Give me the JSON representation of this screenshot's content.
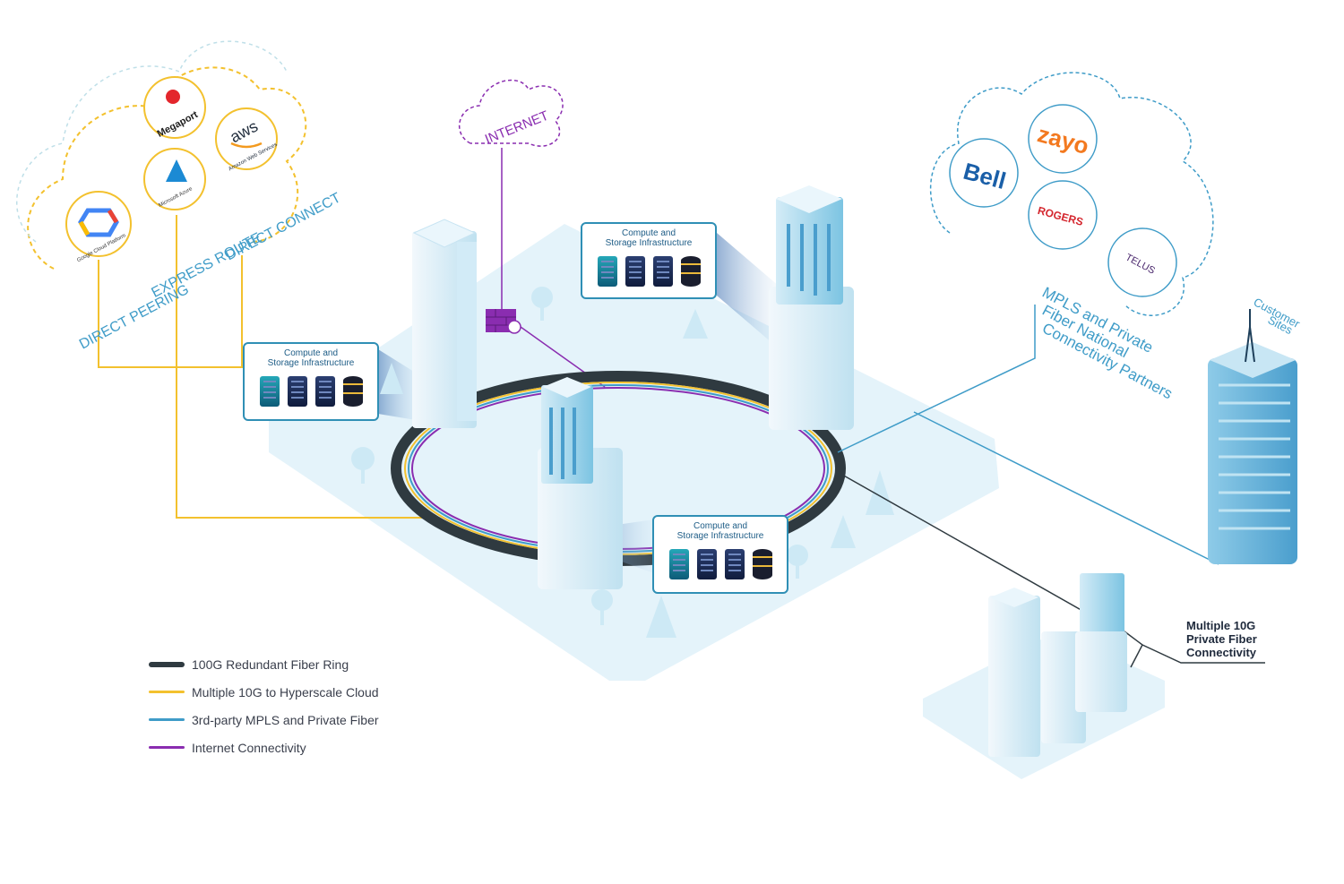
{
  "colors": {
    "ring": "#2f3a40",
    "hyperscale": "#f3c12e",
    "mpls": "#3f9cc8",
    "internet": "#8a2db0",
    "ground": "#e3f3fa"
  },
  "cloud_providers": {
    "items": [
      {
        "name": "Megaport",
        "icon": "megaport-logo"
      },
      {
        "name": "aws",
        "subtitle": "Amazon Web Services",
        "icon": "aws-logo"
      },
      {
        "name": "Microsoft Azure",
        "icon": "azure-logo"
      },
      {
        "name": "Google Cloud Platform",
        "icon": "google-cloud-logo"
      }
    ],
    "links": [
      "DIRECT PEERING",
      "EXPRESS ROUTE",
      "DIRECT CONNECT"
    ]
  },
  "internet": {
    "label": "INTERNET"
  },
  "callouts": [
    {
      "title_line1": "Compute and",
      "title_line2": "Storage Infrastructure"
    },
    {
      "title_line1": "Compute and",
      "title_line2": "Storage Infrastructure"
    },
    {
      "title_line1": "Compute and",
      "title_line2": "Storage Infrastructure"
    }
  ],
  "partners": {
    "items": [
      "Bell",
      "zayo",
      "ROGERS",
      "TELUS"
    ],
    "caption_lines": [
      "MPLS and Private",
      "Fiber National",
      "Connectivity Partners"
    ]
  },
  "customer_sites": {
    "label_lines": [
      "Customer",
      "Sites"
    ]
  },
  "private_fiber": {
    "label_lines": [
      "Multiple 10G",
      "Private Fiber",
      "Connectivity"
    ]
  },
  "legend": [
    {
      "label": "100G Redundant Fiber Ring",
      "color": "#2f3a40"
    },
    {
      "label": "Multiple 10G to Hyperscale Cloud",
      "color": "#f3c12e"
    },
    {
      "label": "3rd-party MPLS and Private Fiber",
      "color": "#3f9cc8"
    },
    {
      "label": "Internet Connectivity",
      "color": "#8a2db0"
    }
  ]
}
